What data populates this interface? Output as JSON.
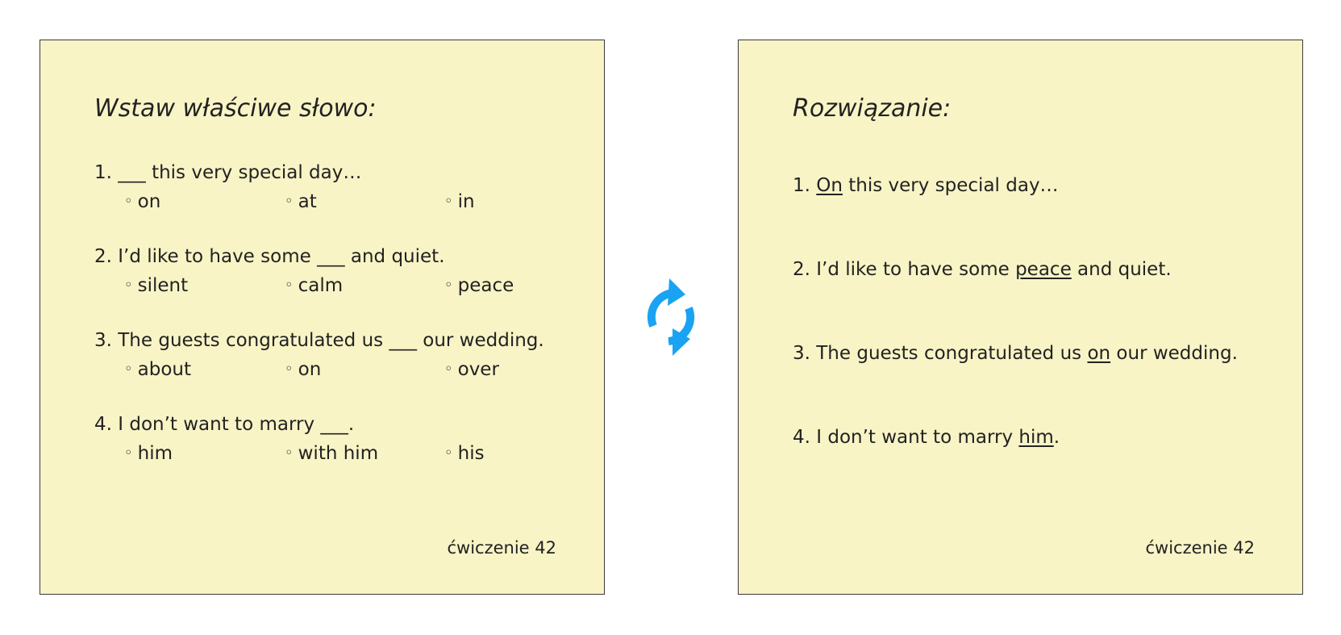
{
  "exercise": {
    "title": "Wstaw właściwe słowo:",
    "questions": [
      {
        "text": "1. ___ this very special day…",
        "options": [
          "on",
          "at",
          "in"
        ]
      },
      {
        "text": "2. I’d like to have some ___ and quiet.",
        "options": [
          "silent",
          "calm",
          "peace"
        ]
      },
      {
        "text": "3. The guests congratulated us ___ our wedding.",
        "options": [
          "about",
          "on",
          "over"
        ]
      },
      {
        "text": "4. I don’t want to marry ___.",
        "options": [
          "him",
          "with him",
          "his"
        ]
      }
    ],
    "footer": "ćwiczenie 42"
  },
  "solution": {
    "title": "Rozwiązanie:",
    "answers": [
      {
        "prefix": "1. ",
        "answer": "On",
        "suffix": " this very special day…"
      },
      {
        "prefix": "2. I’d like to have some ",
        "answer": "peace",
        "suffix": " and quiet."
      },
      {
        "prefix": "3. The guests congratulated us ",
        "answer": "on",
        "suffix": " our wedding."
      },
      {
        "prefix": "4. I don’t want to marry ",
        "answer": "him",
        "suffix": "."
      }
    ],
    "footer": "ćwiczenie 42"
  },
  "icons": {
    "swap": "refresh-icon"
  },
  "colors": {
    "card_background": "#f9f4c6",
    "card_border": "#3a3a3a",
    "text": "#222222",
    "icon": "#1aa3f2"
  }
}
